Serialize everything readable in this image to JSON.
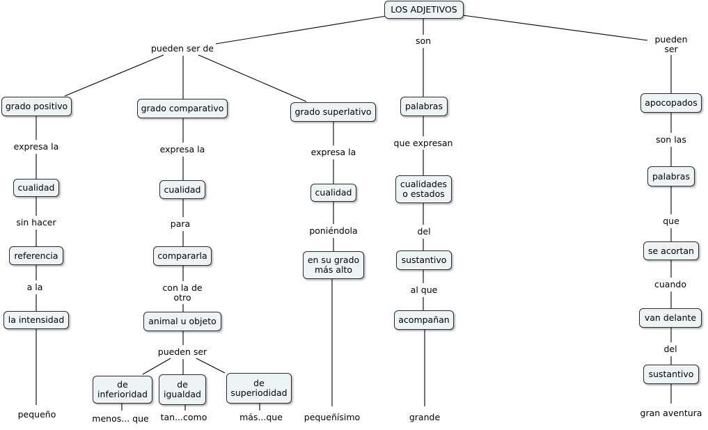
{
  "concept_map": {
    "root": "LOS ADJETIVOS",
    "branch_labels": {
      "grados": "pueden ser de",
      "definicion": "son",
      "apocopados": "pueden ser"
    },
    "positivo": {
      "title": "grado positivo",
      "link1": "expresa la",
      "node1": "cualidad",
      "link2": "sin hacer",
      "node2": "referencia",
      "link3": "a la",
      "node3": "la intensidad",
      "example": "pequeño"
    },
    "comparativo": {
      "title": "grado comparativo",
      "link1": "expresa la",
      "node1": "cualidad",
      "link2": "para",
      "node2": "compararla",
      "link3": "con la de\notro",
      "node3": "animal u objeto",
      "link4": "pueden ser",
      "inferioridad": "de\ninferioridad",
      "igualdad": "de\nigualdad",
      "superioridad": "de\nsuperiodidad",
      "ex_inferioridad": "menos... que",
      "ex_igualdad": "tan...como",
      "ex_superioridad": "más...que"
    },
    "superlativo": {
      "title": "grado superlativo",
      "link1": "expresa la",
      "node1": "cualidad",
      "link2": "poniéndola",
      "node2": "en su grado\nmás alto",
      "example": "pequeñísimo"
    },
    "definicion": {
      "node1": "palabras",
      "link1": "que expresan",
      "node2": "cualidades\no estados",
      "link2": "del",
      "node3": "sustantivo",
      "link3": "al que",
      "node4": "acompañan",
      "example": "grande"
    },
    "apocopados": {
      "title": "apocopados",
      "link1": "son las",
      "node1": "palabras",
      "link2": "que",
      "node2": "se acortan",
      "link3": "cuando",
      "node3": "van delante",
      "link4": "del",
      "node4": "sustantivo",
      "example": "gran aventura"
    }
  }
}
